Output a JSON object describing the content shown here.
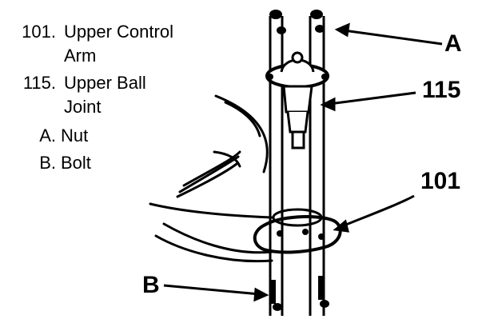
{
  "legend": [
    {
      "number": "101.",
      "text_line1": "Upper Control",
      "text_line2": "Arm"
    },
    {
      "number": "115.",
      "text_line1": "Upper Ball",
      "text_line2": "Joint"
    },
    {
      "number": "A.",
      "text_line1": "Nut"
    },
    {
      "number": "B.",
      "text_line1": "Bolt"
    }
  ],
  "callouts": {
    "a": "A",
    "ball_joint": "115",
    "control_arm": "101",
    "b": "B"
  }
}
